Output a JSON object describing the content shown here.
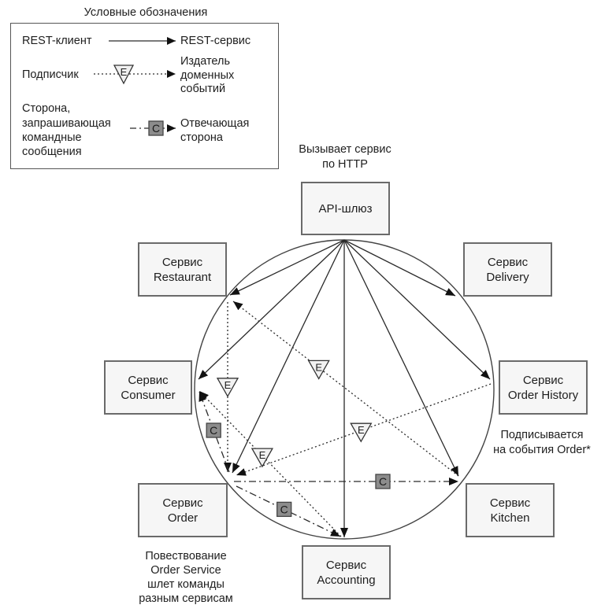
{
  "legend": {
    "title": "Условные обозначения",
    "rest": {
      "client": "REST-клиент",
      "service": "REST-сервис"
    },
    "event": {
      "subscriber": "Подписчик",
      "marker": "E",
      "publisher": [
        "Издатель",
        "доменных",
        "событий"
      ]
    },
    "command": {
      "requester": [
        "Сторона,",
        "запрашивающая",
        "командные",
        "сообщения"
      ],
      "marker": "C",
      "responder": [
        "Отвечающая",
        "сторона"
      ]
    }
  },
  "annotations": {
    "gateway_note": [
      "Вызывает сервис",
      "по HTTP"
    ],
    "order_history_note": [
      "Подписывается",
      "на события Order*"
    ],
    "saga_note": [
      "Повествование",
      "Order Service",
      "шлет команды",
      "разным сервисам"
    ]
  },
  "nodes": {
    "gateway": {
      "lines": [
        "API-шлюз"
      ]
    },
    "restaurant": {
      "lines": [
        "Сервис",
        "Restaurant"
      ]
    },
    "delivery": {
      "lines": [
        "Сервис",
        "Delivery"
      ]
    },
    "consumer": {
      "lines": [
        "Сервис",
        "Consumer"
      ]
    },
    "order_history": {
      "lines": [
        "Сервис",
        "Order History"
      ]
    },
    "order": {
      "lines": [
        "Сервис",
        "Order"
      ]
    },
    "kitchen": {
      "lines": [
        "Сервис",
        "Kitchen"
      ]
    },
    "accounting": {
      "lines": [
        "Сервис",
        "Accounting"
      ]
    }
  },
  "edges": [
    {
      "id": "e1",
      "from": "gateway",
      "to": "restaurant",
      "kind": "rest",
      "marker": ""
    },
    {
      "id": "e2",
      "from": "gateway",
      "to": "consumer",
      "kind": "rest",
      "marker": ""
    },
    {
      "id": "e3",
      "from": "gateway",
      "to": "order",
      "kind": "rest",
      "marker": ""
    },
    {
      "id": "e4",
      "from": "gateway",
      "to": "accounting",
      "kind": "rest",
      "marker": ""
    },
    {
      "id": "e5",
      "from": "gateway",
      "to": "kitchen",
      "kind": "rest",
      "marker": ""
    },
    {
      "id": "e6",
      "from": "gateway",
      "to": "order_history",
      "kind": "rest",
      "marker": ""
    },
    {
      "id": "e7",
      "from": "gateway",
      "to": "delivery",
      "kind": "rest",
      "marker": ""
    },
    {
      "id": "e8",
      "from": "restaurant",
      "to": "order",
      "kind": "event",
      "marker": "E"
    },
    {
      "id": "e9",
      "from": "kitchen",
      "to": "restaurant",
      "kind": "event",
      "marker": "E"
    },
    {
      "id": "e10",
      "from": "order_history",
      "to": "order",
      "kind": "event",
      "marker": "E"
    },
    {
      "id": "e11",
      "from": "accounting",
      "to": "consumer",
      "kind": "event",
      "marker": "E"
    },
    {
      "id": "e12",
      "from": "order",
      "to": "consumer",
      "kind": "command",
      "marker": "C"
    },
    {
      "id": "e13",
      "from": "order",
      "to": "kitchen",
      "kind": "command",
      "marker": "C"
    },
    {
      "id": "e14",
      "from": "order",
      "to": "accounting",
      "kind": "command",
      "marker": "C"
    }
  ],
  "colors": {
    "line": "#2a2a2a",
    "node_border": "#6a6a6a",
    "node_fill": "#f6f6f6",
    "command_fill": "#8c8c8c",
    "text": "#1e1e1e"
  }
}
